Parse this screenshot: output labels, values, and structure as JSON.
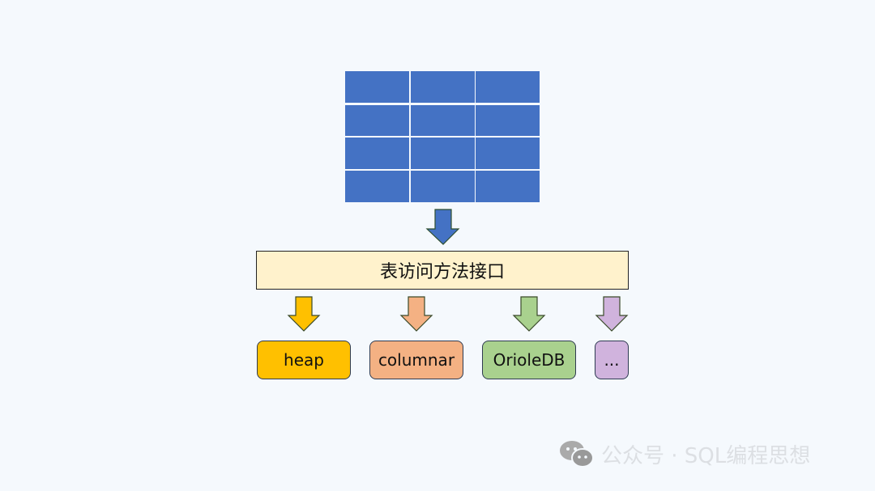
{
  "table_grid": {
    "rows": 4,
    "cols": 3,
    "color": "#4472c4"
  },
  "interface": {
    "label": "表访问方法接口",
    "fill": "#fff2cc"
  },
  "access_methods": [
    {
      "label": "heap",
      "color": "#ffc000"
    },
    {
      "label": "columnar",
      "color": "#f4b183"
    },
    {
      "label": "OrioleDB",
      "color": "#a9d18e"
    },
    {
      "label": "...",
      "color": "#d0b3dd"
    }
  ],
  "watermark": {
    "text": "公众号 · SQL编程思想",
    "icon": "wechat-icon"
  }
}
